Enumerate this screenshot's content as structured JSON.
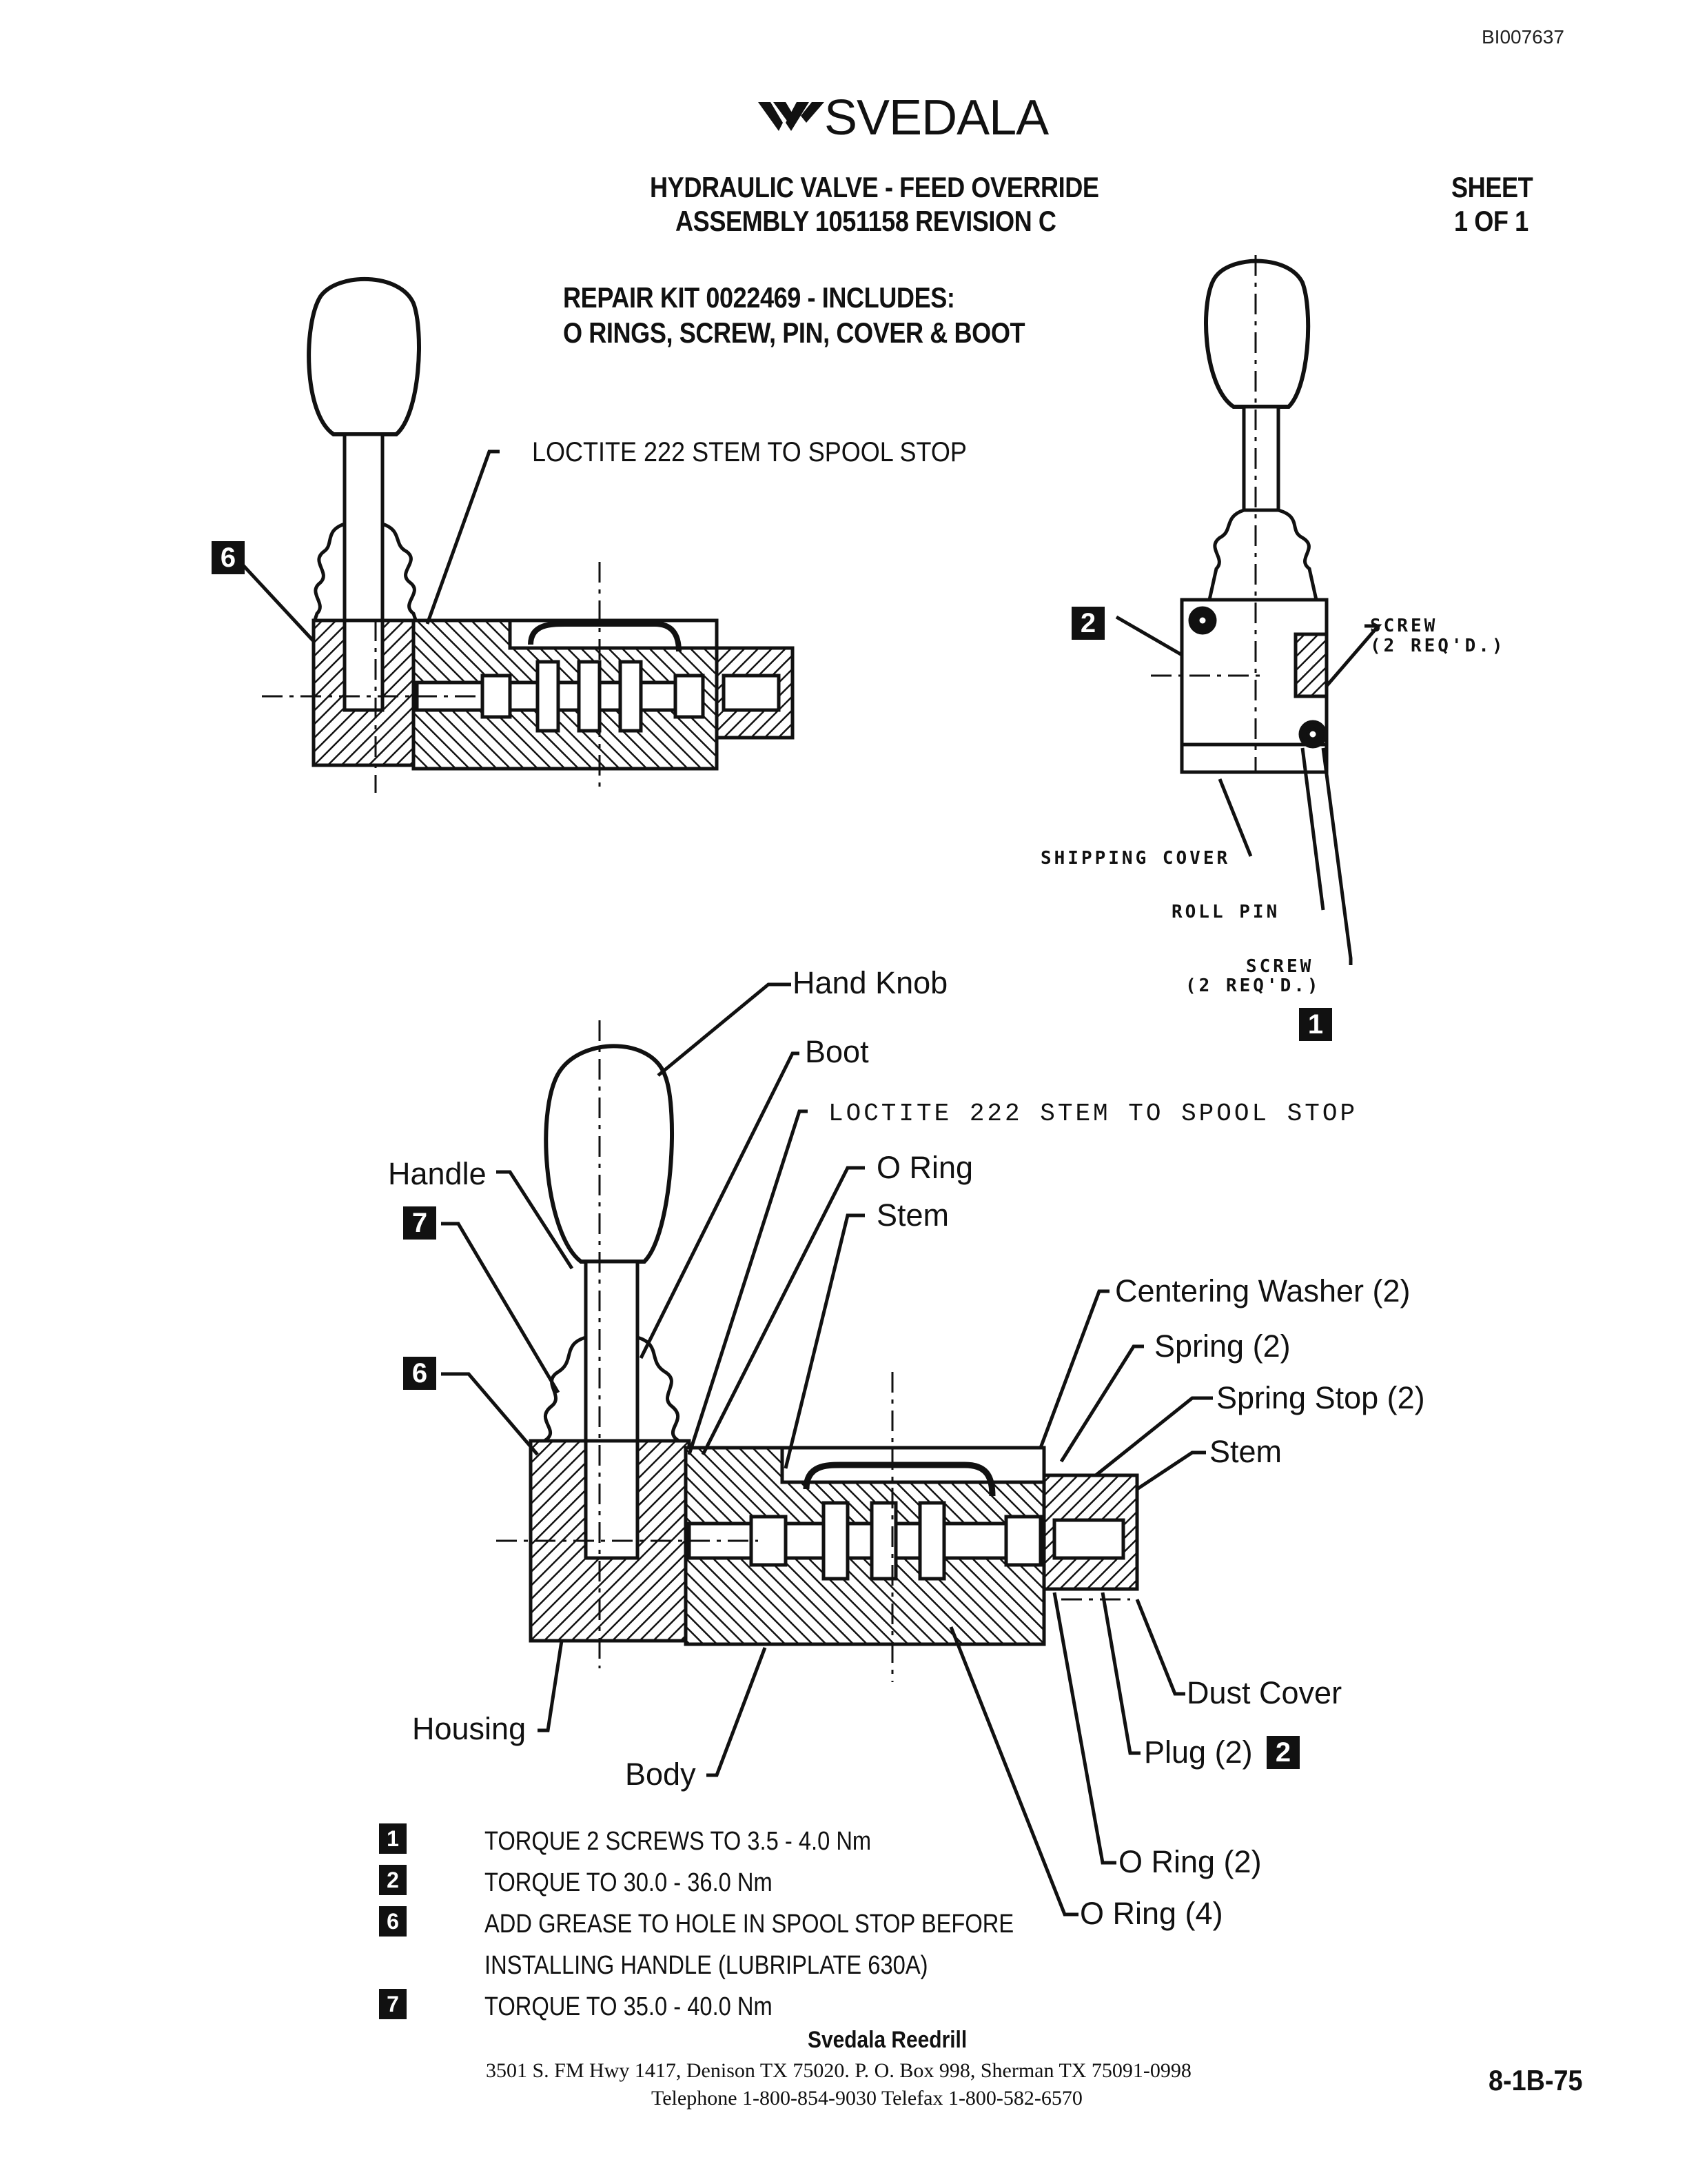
{
  "doc_id": "BI007637",
  "brand": {
    "name": "SVEDALA",
    "logo_icon": "svedala-chevron-logo"
  },
  "title": {
    "line1": "HYDRAULIC VALVE - FEED OVERRIDE",
    "line2": "ASSEMBLY 1051158 REVISION C"
  },
  "sheet": {
    "line1": "SHEET",
    "line2": "1 OF 1"
  },
  "repair_kit": {
    "line1": "REPAIR KIT 0022469 - INCLUDES:",
    "line2": "O RINGS, SCREW, PIN, COVER & BOOT"
  },
  "top_left_view": {
    "loctite_note": "LOCTITE 222 STEM TO SPOOL STOP",
    "badge": "6"
  },
  "side_view": {
    "badge_2": "2",
    "badge_1": "1",
    "screw_upper_1": "SCREW",
    "screw_upper_2": "(2 REQ'D.)",
    "shipping_cover": "SHIPPING COVER",
    "roll_pin": "ROLL PIN",
    "screw_lower_1": "SCREW",
    "screw_lower_2": "(2 REQ'D.)"
  },
  "main_view": {
    "hand_knob": "Hand Knob",
    "boot": "Boot",
    "loctite_note": "LOCTITE 222 STEM TO SPOOL STOP",
    "handle": "Handle",
    "o_ring": "O Ring",
    "stem": "Stem",
    "centering_washer": "Centering Washer (2)",
    "spring": "Spring (2)",
    "spring_stop": "Spring Stop (2)",
    "stem_right": "Stem",
    "dust_cover": "Dust Cover",
    "plug": "Plug (2)",
    "o_ring_2": "O Ring (2)",
    "o_ring_4": "O Ring (4)",
    "housing": "Housing",
    "body": "Body",
    "badge_7": "7",
    "badge_6": "6",
    "badge_plug": "2"
  },
  "legend": [
    {
      "badge": "1",
      "text": "TORQUE 2 SCREWS TO 3.5 - 4.0 Nm"
    },
    {
      "badge": "2",
      "text": "TORQUE TO 30.0 - 36.0 Nm"
    },
    {
      "badge": "6",
      "text": "ADD GREASE TO HOLE IN SPOOL STOP BEFORE"
    },
    {
      "badge": "",
      "text": "INSTALLING HANDLE (LUBRIPLATE 630A)"
    },
    {
      "badge": "7",
      "text": "TORQUE TO 35.0 - 40.0 Nm"
    }
  ],
  "footer": {
    "company": "Svedala Reedrill",
    "address": "3501 S. FM Hwy 1417, Denison TX  75020.   P. O. Box 998, Sherman TX  75091-0998",
    "telephone": "Telephone 1-800-854-9030 Telefax 1-800-582-6570",
    "page_number": "8-1B-75"
  }
}
